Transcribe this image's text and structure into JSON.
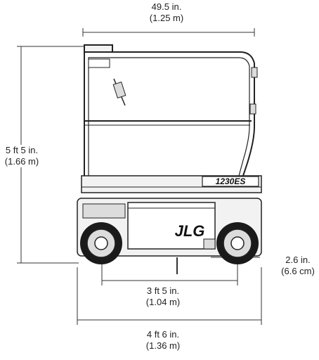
{
  "dimensions": {
    "platform_width": {
      "imperial": "49.5 in.",
      "metric": "(1.25 m)"
    },
    "stowed_height": {
      "imperial": "5 ft 5 in.",
      "metric": "(1.66 m)"
    },
    "ground_clearance": {
      "imperial": "2.6 in.",
      "metric": "(6.6 cm)"
    },
    "wheelbase": {
      "imperial": "3 ft 5 in.",
      "metric": "(1.04 m)"
    },
    "overall_length": {
      "imperial": "4 ft 6 in.",
      "metric": "(1.36 m)"
    }
  },
  "machine": {
    "model_decal": "1230ES",
    "brand_logo": "JLG"
  },
  "colors": {
    "line": "#222222",
    "body_fill": "#f2f2f2",
    "tire": "#1a1a1a",
    "hub": "#dcdcdc"
  }
}
